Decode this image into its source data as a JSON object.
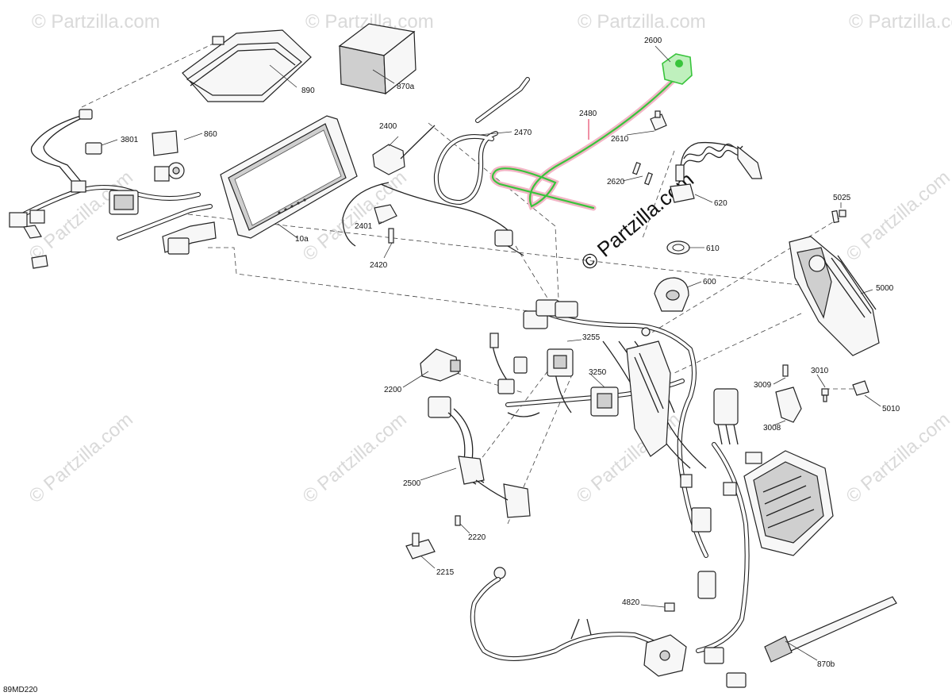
{
  "diagram": {
    "code": "89MD220",
    "colors": {
      "highlight_green": "#39c43c",
      "highlight_pink": "#f2b6c6",
      "leader_red": "#e0204b",
      "line": "#222222"
    },
    "watermark_small": "© Partzilla.com",
    "watermark_large": "© Partzilla.com",
    "callouts": {
      "c890": "890",
      "c870a": "870a",
      "c860": "860",
      "c3801": "3801",
      "c10a": "10a",
      "c2400": "2400",
      "c2470": "2470",
      "c2480": "2480",
      "c2600": "2600",
      "c2610": "2610",
      "c2620": "2620",
      "c620": "620",
      "c2401": "2401",
      "c2420": "2420",
      "c5025": "5025",
      "c610": "610",
      "c600": "600",
      "c5000": "5000",
      "c3255": "3255",
      "c3250": "3250",
      "c2200": "2200",
      "c3009": "3009",
      "c3010": "3010",
      "c5010": "5010",
      "c3008": "3008",
      "c2500": "2500",
      "c2220": "2220",
      "c2215": "2215",
      "c4820": "4820",
      "c870b": "870b"
    }
  }
}
